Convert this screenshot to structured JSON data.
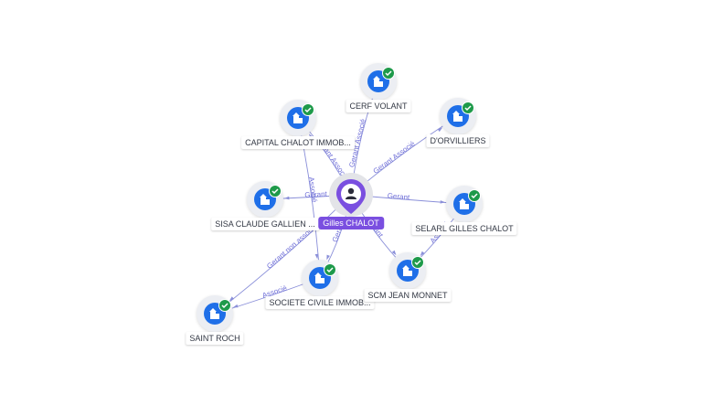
{
  "center": {
    "name": "Gilles CHALOT",
    "icon": "person-icon",
    "color": "#7a4fe0"
  },
  "companies": [
    {
      "name": "CERF VOLANT",
      "icon": "building-icon",
      "verified": true
    },
    {
      "name": "CAPITAL CHALOT IMMOB...",
      "icon": "building-icon",
      "verified": true
    },
    {
      "name": "D'ORVILLIERS",
      "icon": "building-icon",
      "verified": true
    },
    {
      "name": "SISA CLAUDE GALLIEN ...",
      "icon": "building-icon",
      "verified": true
    },
    {
      "name": "SELARL GILLES CHALOT",
      "icon": "building-icon",
      "verified": true
    },
    {
      "name": "SOCIETE CIVILE IMMOB...",
      "icon": "building-icon",
      "verified": true
    },
    {
      "name": "SCM JEAN MONNET",
      "icon": "building-icon",
      "verified": true
    },
    {
      "name": "SAINT ROCH",
      "icon": "building-icon",
      "verified": true
    }
  ],
  "edges": [
    {
      "target": 0,
      "label": "Gerant Associé"
    },
    {
      "target": 1,
      "label": "Gerant Associé"
    },
    {
      "target": 2,
      "label": "Gerant Associé"
    },
    {
      "target": 3,
      "label": "Gerant"
    },
    {
      "target": 4,
      "label": "Gerant"
    },
    {
      "target": 5,
      "label": "Gerant"
    },
    {
      "target": 6,
      "label": "Gerant"
    },
    {
      "target": 7,
      "label": "Gerant non associé"
    }
  ],
  "secondary_edges": [
    {
      "from": 1,
      "to": 5,
      "label": "Associé"
    },
    {
      "from": 4,
      "to": 6,
      "label": "Associé"
    },
    {
      "from": 5,
      "to": 7,
      "label": "Associé"
    }
  ],
  "colors": {
    "edge": "#8a8fd9",
    "company": "#1f6fe8",
    "verified": "#1e9a4a"
  }
}
